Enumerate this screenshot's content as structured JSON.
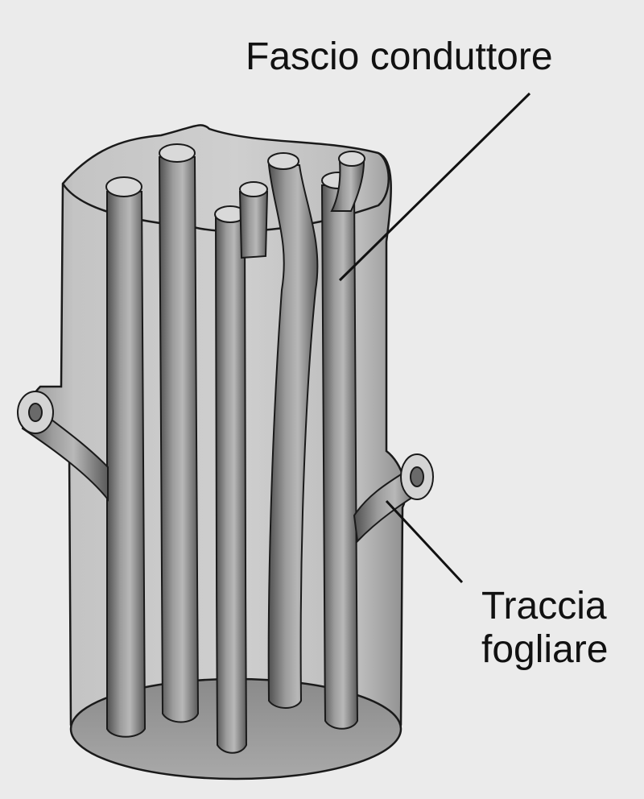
{
  "labels": {
    "vascular_bundle": "Fascio conduttore",
    "leaf_trace_line1": "Traccia",
    "leaf_trace_line2": "fogliare"
  }
}
